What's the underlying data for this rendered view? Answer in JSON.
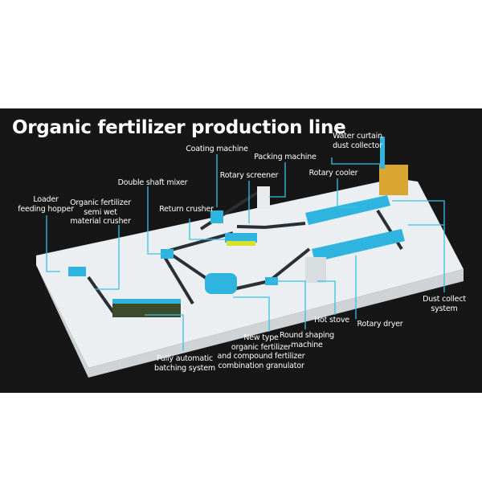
{
  "title": "Organic fertilizer production line",
  "colors": {
    "background": "#161616",
    "platform": "#e9ecee",
    "equipment": "#2fb4e0",
    "callout": "#35c3e3",
    "conveyor": "#2a2f33",
    "dust_collector": "#d9a632"
  },
  "labels": {
    "water_curtain": [
      "Water curtain",
      "dust collector"
    ],
    "coating": [
      "Coating machine"
    ],
    "packing": [
      "Packing machine"
    ],
    "screener": [
      "Rotary screener"
    ],
    "cooler": [
      "Rotary cooler"
    ],
    "mixer": [
      "Double shaft mixer"
    ],
    "loader": [
      "Loader",
      "feeding hopper"
    ],
    "crusher": [
      "Organic fertilizer",
      "semi wet",
      "material crusher"
    ],
    "return_crusher": [
      "Return crusher"
    ],
    "dust_collect": [
      "Dust collect",
      "system"
    ],
    "hot_stove": [
      "Hot stove"
    ],
    "dryer": [
      "Rotary dryer"
    ],
    "granulator": [
      "New type",
      "organic fertilizer",
      "and compound fertilizer",
      "combination granulator"
    ],
    "shaping": [
      "Round shaping",
      "machine"
    ],
    "batching": [
      "Fully automatic",
      "batching system"
    ]
  }
}
